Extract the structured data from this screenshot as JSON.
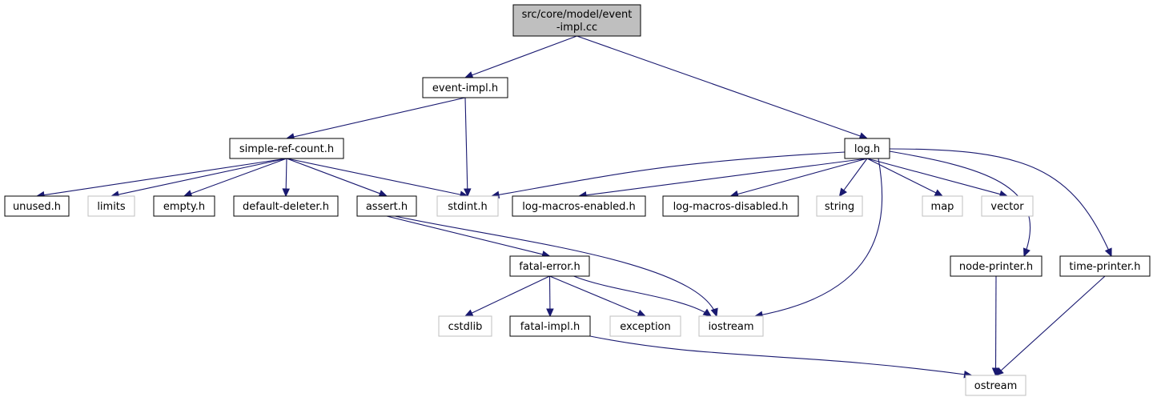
{
  "colors": {
    "edge": "#191970",
    "root_fill": "#bfbfbf",
    "local_stroke": "#000000",
    "system_stroke": "#bfbfbf"
  },
  "nodes": [
    {
      "id": "root",
      "lines": [
        "src/core/model/event",
        "-impl.cc"
      ],
      "kind": "root"
    },
    {
      "id": "event_impl_h",
      "lines": [
        "event-impl.h"
      ],
      "kind": "local"
    },
    {
      "id": "log_h",
      "lines": [
        "log.h"
      ],
      "kind": "local"
    },
    {
      "id": "simple_ref_count_h",
      "lines": [
        "simple-ref-count.h"
      ],
      "kind": "local"
    },
    {
      "id": "unused_h",
      "lines": [
        "unused.h"
      ],
      "kind": "local"
    },
    {
      "id": "limits",
      "lines": [
        "limits"
      ],
      "kind": "system"
    },
    {
      "id": "empty_h",
      "lines": [
        "empty.h"
      ],
      "kind": "local"
    },
    {
      "id": "default_deleter_h",
      "lines": [
        "default-deleter.h"
      ],
      "kind": "local"
    },
    {
      "id": "assert_h",
      "lines": [
        "assert.h"
      ],
      "kind": "local"
    },
    {
      "id": "stdint_h",
      "lines": [
        "stdint.h"
      ],
      "kind": "system"
    },
    {
      "id": "log_macros_enabled_h",
      "lines": [
        "log-macros-enabled.h"
      ],
      "kind": "local"
    },
    {
      "id": "log_macros_disabled_h",
      "lines": [
        "log-macros-disabled.h"
      ],
      "kind": "local"
    },
    {
      "id": "string",
      "lines": [
        "string"
      ],
      "kind": "system"
    },
    {
      "id": "map",
      "lines": [
        "map"
      ],
      "kind": "system"
    },
    {
      "id": "vector",
      "lines": [
        "vector"
      ],
      "kind": "system"
    },
    {
      "id": "fatal_error_h",
      "lines": [
        "fatal-error.h"
      ],
      "kind": "local"
    },
    {
      "id": "node_printer_h",
      "lines": [
        "node-printer.h"
      ],
      "kind": "local"
    },
    {
      "id": "time_printer_h",
      "lines": [
        "time-printer.h"
      ],
      "kind": "local"
    },
    {
      "id": "cstdlib",
      "lines": [
        "cstdlib"
      ],
      "kind": "system"
    },
    {
      "id": "fatal_impl_h",
      "lines": [
        "fatal-impl.h"
      ],
      "kind": "local"
    },
    {
      "id": "exception",
      "lines": [
        "exception"
      ],
      "kind": "system"
    },
    {
      "id": "iostream",
      "lines": [
        "iostream"
      ],
      "kind": "system"
    },
    {
      "id": "ostream",
      "lines": [
        "ostream"
      ],
      "kind": "system"
    }
  ],
  "edges": [
    {
      "from": "root",
      "to": "event_impl_h"
    },
    {
      "from": "root",
      "to": "log_h"
    },
    {
      "from": "event_impl_h",
      "to": "simple_ref_count_h"
    },
    {
      "from": "event_impl_h",
      "to": "stdint_h"
    },
    {
      "from": "simple_ref_count_h",
      "to": "unused_h"
    },
    {
      "from": "simple_ref_count_h",
      "to": "limits"
    },
    {
      "from": "simple_ref_count_h",
      "to": "empty_h"
    },
    {
      "from": "simple_ref_count_h",
      "to": "default_deleter_h"
    },
    {
      "from": "simple_ref_count_h",
      "to": "assert_h"
    },
    {
      "from": "simple_ref_count_h",
      "to": "stdint_h"
    },
    {
      "from": "log_h",
      "to": "stdint_h"
    },
    {
      "from": "log_h",
      "to": "log_macros_enabled_h"
    },
    {
      "from": "log_h",
      "to": "log_macros_disabled_h"
    },
    {
      "from": "log_h",
      "to": "string"
    },
    {
      "from": "log_h",
      "to": "map"
    },
    {
      "from": "log_h",
      "to": "vector"
    },
    {
      "from": "log_h",
      "to": "iostream"
    },
    {
      "from": "log_h",
      "to": "node_printer_h"
    },
    {
      "from": "log_h",
      "to": "time_printer_h"
    },
    {
      "from": "assert_h",
      "to": "fatal_error_h"
    },
    {
      "from": "assert_h",
      "to": "iostream"
    },
    {
      "from": "fatal_error_h",
      "to": "cstdlib"
    },
    {
      "from": "fatal_error_h",
      "to": "fatal_impl_h"
    },
    {
      "from": "fatal_error_h",
      "to": "exception"
    },
    {
      "from": "fatal_error_h",
      "to": "iostream"
    },
    {
      "from": "fatal_impl_h",
      "to": "ostream"
    },
    {
      "from": "node_printer_h",
      "to": "ostream"
    },
    {
      "from": "time_printer_h",
      "to": "ostream"
    }
  ]
}
